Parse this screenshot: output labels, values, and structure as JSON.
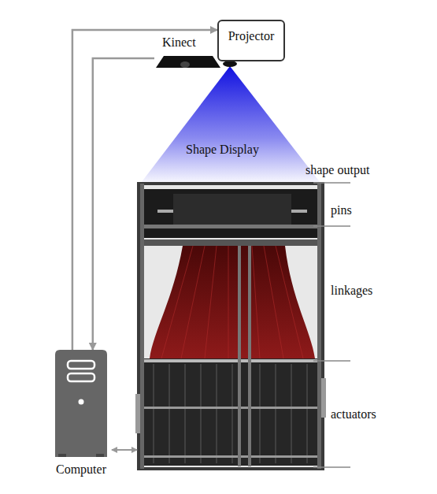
{
  "diagram": {
    "nodes": [
      {
        "text": [
          "Projector"
        ]
      },
      {
        "text": [
          "Kinect"
        ]
      },
      {
        "text": [
          "Computer"
        ]
      }
    ],
    "edges": [
      {
        "from": 2,
        "to": 0,
        "arrow": "to"
      },
      {
        "from": 1,
        "to": 2,
        "arrow": "to"
      }
    ],
    "labels": [
      "Shape Display",
      "shape output",
      "pins",
      "linkages",
      "actuators"
    ]
  }
}
